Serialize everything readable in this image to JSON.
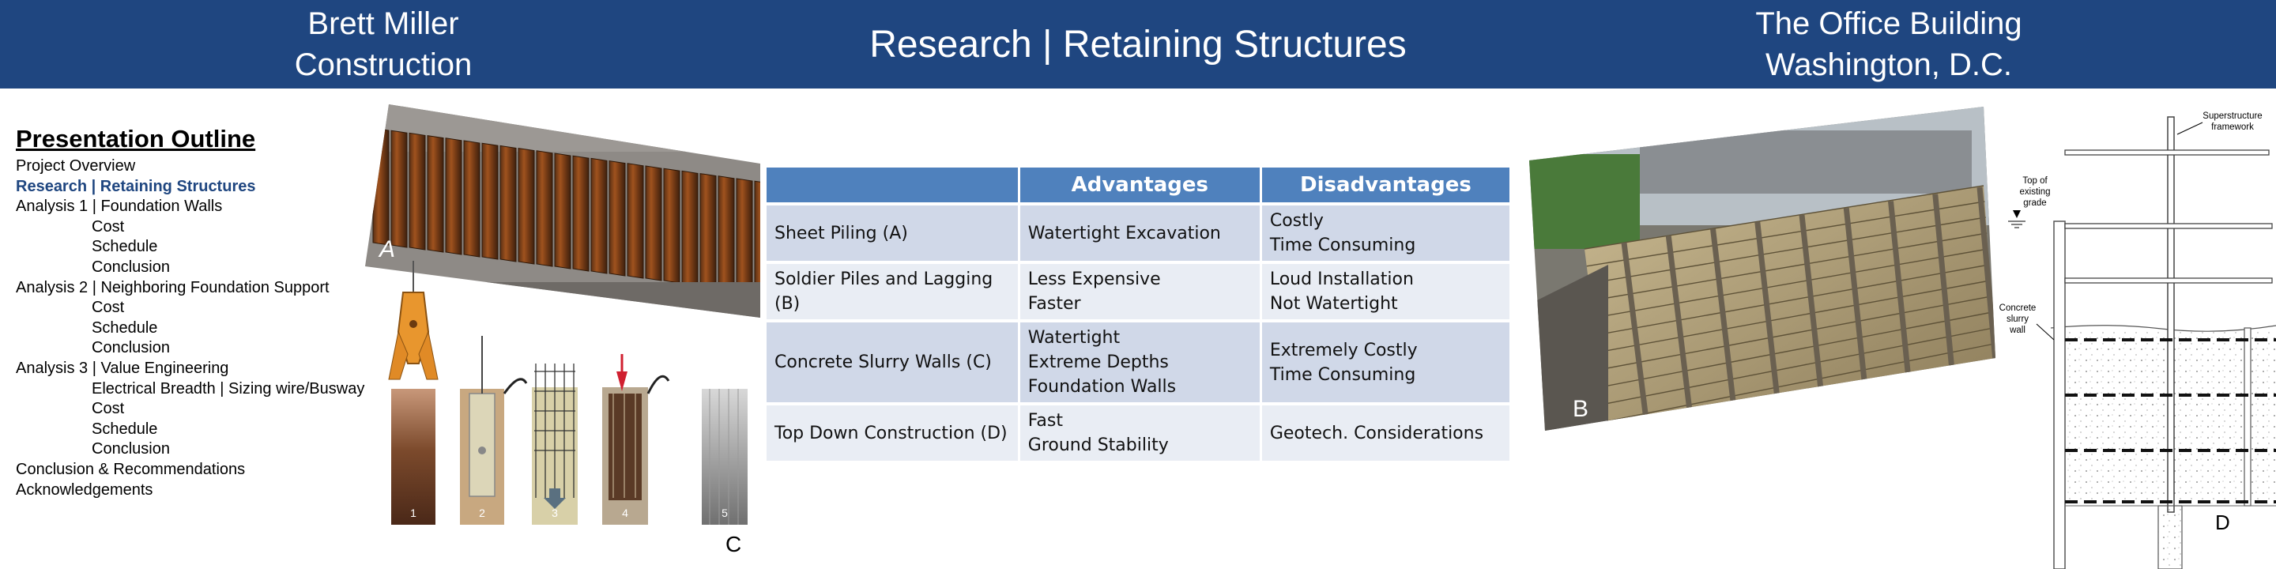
{
  "header": {
    "left_line1": "Brett Miller",
    "left_line2": "Construction",
    "center": "Research | Retaining Structures",
    "right_line1": "The Office Building",
    "right_line2": "Washington, D.C."
  },
  "outline": {
    "title": "Presentation Outline",
    "items": [
      {
        "text": "Project Overview",
        "level": 0,
        "active": false
      },
      {
        "text": "Research | Retaining Structures",
        "level": 0,
        "active": true
      },
      {
        "text": "Analysis 1 | Foundation Walls",
        "level": 0,
        "active": false
      },
      {
        "text": "Cost",
        "level": 1,
        "active": false
      },
      {
        "text": "Schedule",
        "level": 1,
        "active": false
      },
      {
        "text": "Conclusion",
        "level": 1,
        "active": false
      },
      {
        "text": "Analysis 2 | Neighboring Foundation Support",
        "level": 0,
        "active": false
      },
      {
        "text": "Cost",
        "level": 1,
        "active": false
      },
      {
        "text": "Schedule",
        "level": 1,
        "active": false
      },
      {
        "text": "Conclusion",
        "level": 1,
        "active": false
      },
      {
        "text": "Analysis 3 | Value Engineering",
        "level": 0,
        "active": false
      },
      {
        "text": "Electrical Breadth | Sizing wire/Busway",
        "level": 1,
        "active": false
      },
      {
        "text": "Cost",
        "level": 1,
        "active": false
      },
      {
        "text": "Schedule",
        "level": 1,
        "active": false
      },
      {
        "text": "Conclusion",
        "level": 1,
        "active": false
      },
      {
        "text": "Conclusion & Recommendations",
        "level": 0,
        "active": false
      },
      {
        "text": "Acknowledgements",
        "level": 0,
        "active": false
      }
    ]
  },
  "figures": {
    "a_label": "A",
    "b_label": "B",
    "c_label": "C",
    "d_label": "D",
    "step_labels": [
      "1",
      "2",
      "3",
      "4",
      "5"
    ],
    "diagram_labels": {
      "superstructure_1": "Superstructure",
      "superstructure_2": "framework",
      "grade_1": "Top of",
      "grade_2": "existing",
      "grade_3": "grade",
      "slurry_1": "Concrete",
      "slurry_2": "slurry",
      "slurry_3": "wall"
    }
  },
  "table": {
    "headers": [
      "",
      "Advantages",
      "Disadvantages"
    ],
    "rows": [
      {
        "system": [
          "Sheet Piling (A)"
        ],
        "advantages": [
          "Watertight Excavation"
        ],
        "disadvantages": [
          "Costly",
          "Time Consuming"
        ]
      },
      {
        "system": [
          "Soldier Piles and Lagging",
          "(B)"
        ],
        "advantages": [
          "Less Expensive",
          "Faster"
        ],
        "disadvantages": [
          "Loud Installation",
          "Not Watertight"
        ]
      },
      {
        "system": [
          "Concrete Slurry Walls (C)"
        ],
        "advantages": [
          "Watertight",
          "Extreme Depths",
          "Foundation Walls"
        ],
        "disadvantages": [
          "Extremely Costly",
          "Time Consuming"
        ]
      },
      {
        "system": [
          "Top Down Construction (D)"
        ],
        "advantages": [
          "Fast",
          "Ground Stability"
        ],
        "disadvantages": [
          "Geotech. Considerations"
        ]
      }
    ]
  },
  "colors": {
    "header_bg": "#1f4680",
    "active_outline": "#1f4680",
    "table_header": "#4f81bd",
    "row_odd": "#d0d8e8",
    "row_even": "#e9edf4"
  }
}
